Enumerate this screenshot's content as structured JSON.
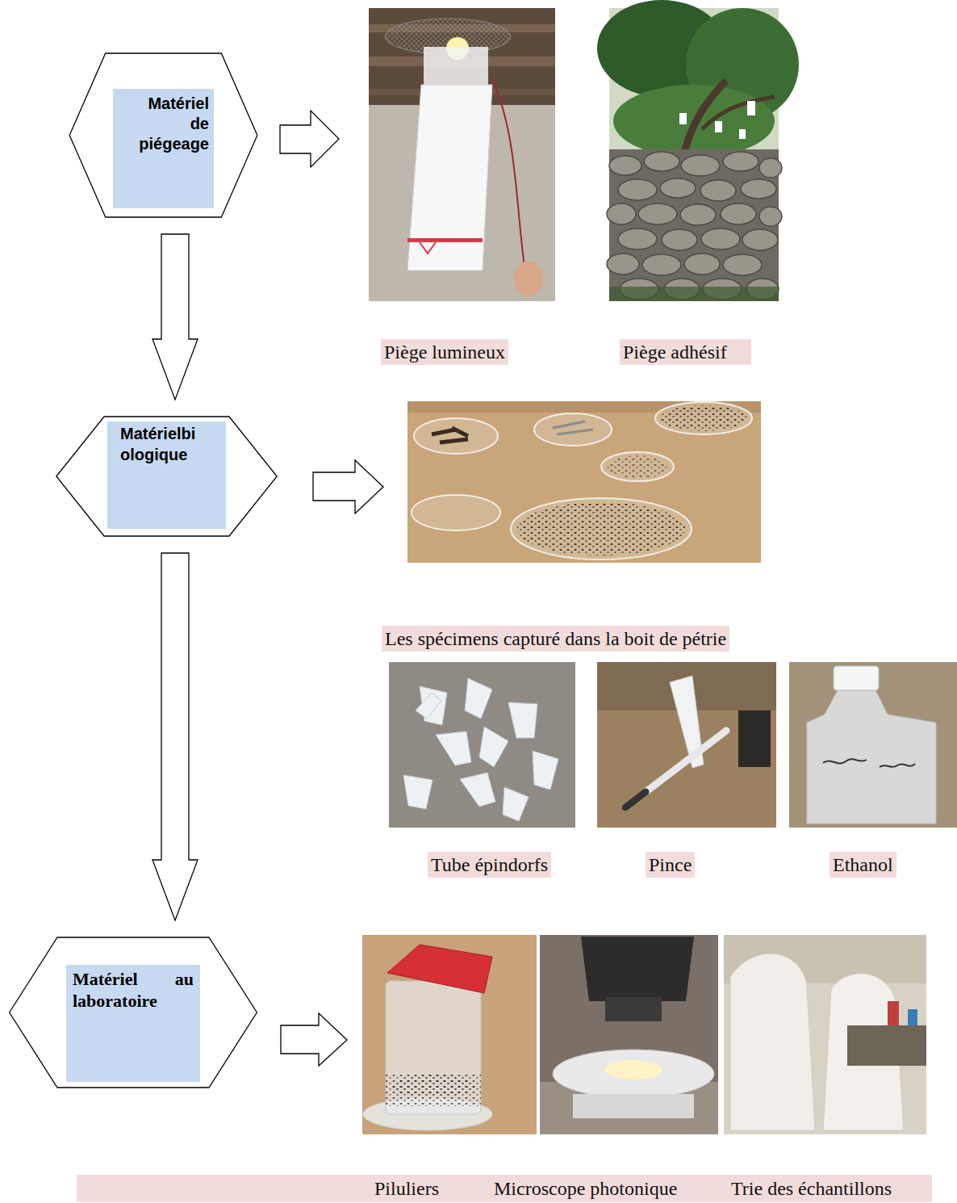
{
  "diagram": {
    "nodes": [
      {
        "text": [
          "Matériel de piégeage"
        ]
      },
      {
        "text": [
          "Matérielbiologique"
        ]
      },
      {
        "text": [
          "Matériel au laboratoire"
        ]
      }
    ],
    "edges": [
      {
        "from": 0,
        "to": 1,
        "arrow": "to"
      },
      {
        "from": 1,
        "to": 2,
        "arrow": "to"
      }
    ],
    "labels": [
      "Piège lumineux",
      "Piège adhésif",
      "Les spécimens capturé dans la boit de pétrie",
      "Tube épindorfs",
      "Pince",
      "Ethanol",
      "Piluliers",
      "Microscope photonique",
      "Trie des échantillons"
    ]
  }
}
